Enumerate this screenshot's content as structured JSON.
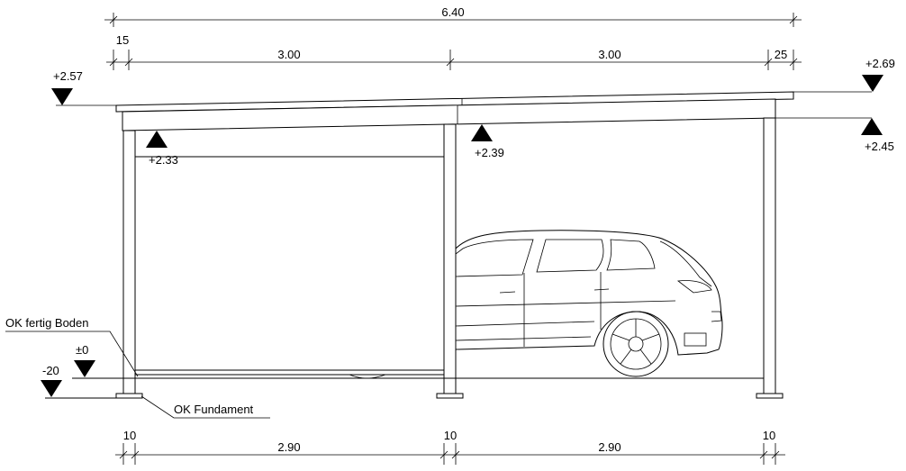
{
  "dimensions": {
    "overall": "6.40",
    "top_left_overhang": "15",
    "top_bay_left": "3.00",
    "top_bay_right": "3.00",
    "top_right_overhang": "25",
    "bottom_post_left": "10",
    "bottom_bay_left": "2.90",
    "bottom_post_middle": "10",
    "bottom_bay_right": "2.90",
    "bottom_post_right": "10"
  },
  "levels": {
    "roof_left": "+2.57",
    "roof_right": "+2.69",
    "beam_left": "+2.33",
    "beam_middle": "+2.39",
    "beam_right": "+2.45",
    "floor": "±0",
    "foundation": "-20"
  },
  "labels": {
    "floor_finish": "OK fertig Boden",
    "foundation_top": "OK Fundament"
  }
}
